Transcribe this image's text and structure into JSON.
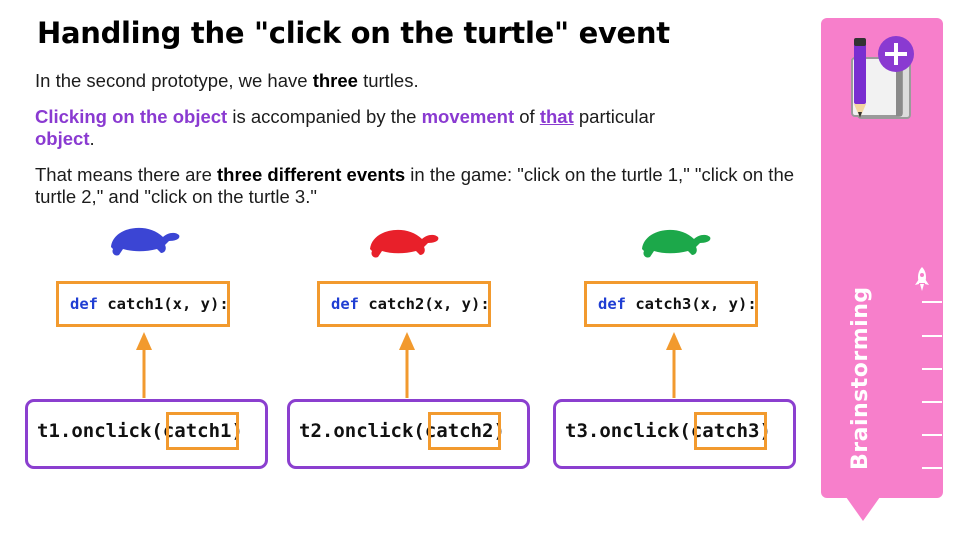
{
  "title": "Handling the \"click on the turtle\" event",
  "p1": {
    "a": "In the second prototype, we have ",
    "b": "three",
    "c": " turtles."
  },
  "p2": {
    "a": "Clicking on the object",
    "b": " is accompanied by the ",
    "c": "movement",
    "d": " of ",
    "e": "that",
    "f": " particular ",
    "g": "object",
    "h": "."
  },
  "p3": {
    "a": "That means there are ",
    "b": "three different events",
    "c": " in the game: \"click on the turtle 1,\" \"click on the turtle 2,\" and \"click on the turtle 3.\""
  },
  "columns": [
    {
      "turtle_color": "#3b45d4",
      "def_kw": "def",
      "def_rest": " catch1(x, y):",
      "call": "t1.onclick(catch1)"
    },
    {
      "turtle_color": "#e8202a",
      "def_kw": "def",
      "def_rest": " catch2(x, y):",
      "call": "t2.onclick(catch2)"
    },
    {
      "turtle_color": "#1ca84a",
      "def_kw": "def",
      "def_rest": " catch3(x, y):",
      "call": "t3.onclick(catch3)"
    }
  ],
  "sidebar": {
    "label": "Brainstorming"
  },
  "colors": {
    "accent_purple": "#8a3ad1",
    "highlight_orange": "#f29a2e",
    "panel_pink": "#f77fcb"
  }
}
